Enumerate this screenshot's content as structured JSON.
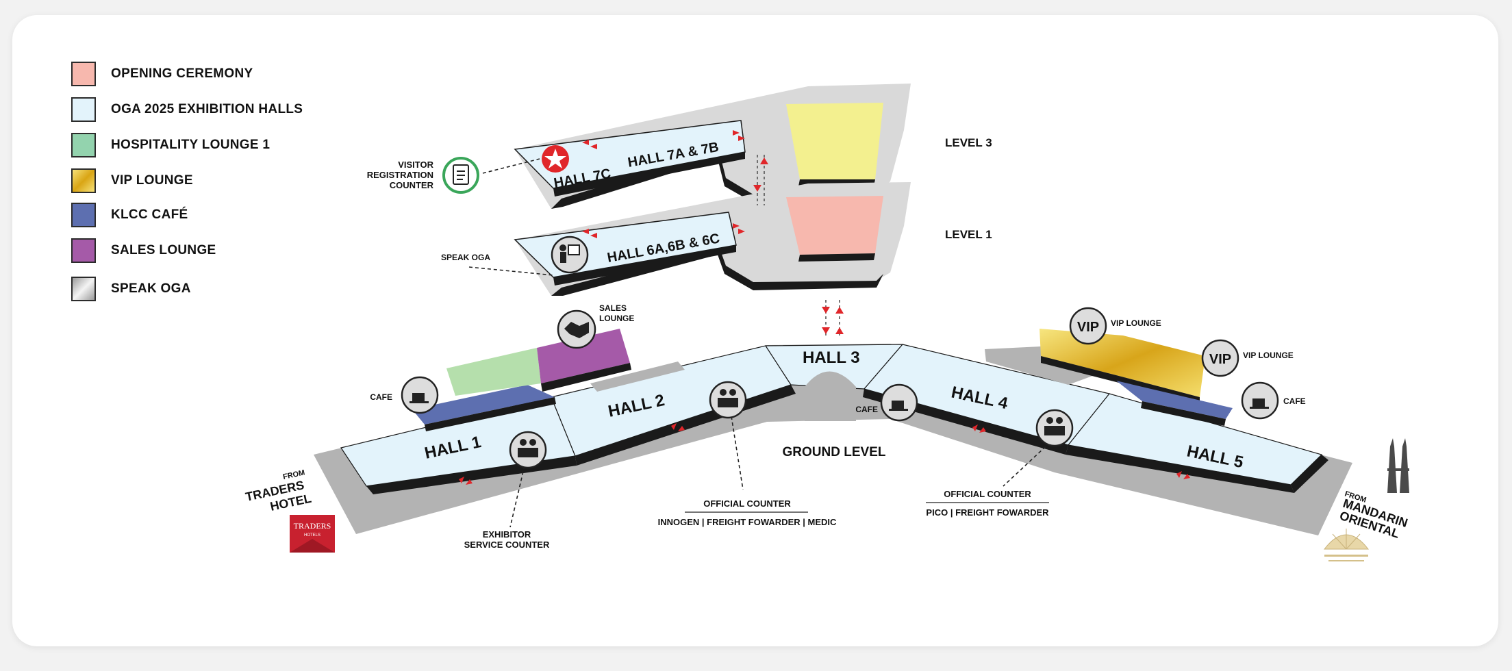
{
  "legend": [
    {
      "label": "OPENING CEREMONY",
      "color": "#f7b8ae"
    },
    {
      "label": "OGA 2025 EXHIBITION HALLS",
      "color": "#e3f3fb"
    },
    {
      "label": "HOSPITALITY LOUNGE 1",
      "color": "#93d3ae"
    },
    {
      "label": "VIP LOUNGE",
      "color": "#e8c23a"
    },
    {
      "label": "KLCC CAFÉ",
      "color": "#5d6fb0"
    },
    {
      "label": "SALES LOUNGE",
      "color": "#a55aa8"
    },
    {
      "label": "SPEAK OGA",
      "color": "#c8c8c8"
    }
  ],
  "levels": {
    "level3": "LEVEL 3",
    "level1": "LEVEL 1",
    "ground": "GROUND LEVEL"
  },
  "halls": {
    "h7c": "HALL 7C",
    "h7ab": "HALL 7A & 7B",
    "h6": "HALL 6A,6B & 6C",
    "h1": "HALL 1",
    "h2": "HALL 2",
    "h3": "HALL 3",
    "h4": "HALL 4",
    "h5": "HALL 5"
  },
  "labels": {
    "visitor_1": "VISITOR",
    "visitor_2": "REGISTRATION",
    "visitor_3": "COUNTER",
    "speak_oga": "SPEAK OGA",
    "sales_1": "SALES",
    "sales_2": "LOUNGE",
    "vip_lounge_a": "VIP LOUNGE",
    "vip_lounge_b": "VIP LOUNGE",
    "vip_text": "VIP",
    "cafe_left": "CAFE",
    "cafe_mid": "CAFE",
    "cafe_right": "CAFE",
    "exhibitor_1": "EXHIBITOR",
    "exhibitor_2": "SERVICE COUNTER",
    "official_a_title": "OFFICIAL COUNTER",
    "official_a_sub": "INNOGEN | FREIGHT FOWARDER | MEDIC",
    "official_b_title": "OFFICIAL COUNTER",
    "official_b_sub": "PICO | FREIGHT FOWARDER",
    "from_left_1": "FROM",
    "from_left_2": "TRADERS",
    "from_left_3": "HOTEL",
    "from_right_1": "FROM",
    "from_right_2": "MANDARIN",
    "from_right_3": "ORIENTAL",
    "traders_logo_1": "TRADERS",
    "traders_logo_2": "HOTELS"
  },
  "colors": {
    "hall": "#e3f3fb",
    "floor": "#b3b3b3",
    "edge": "#1a1a1a",
    "opening": "#f7b8ae",
    "vip_lounge": "#ead24a",
    "hospitality": "#b5dfac",
    "cafe": "#5d6fb0",
    "sales": "#a55aa8",
    "level3_room": "#f3f08f",
    "arrow": "#e0262a"
  },
  "icons": [
    "star-icon",
    "clipboard-icon",
    "presenter-icon",
    "handshake-icon",
    "coffee-cup-icon",
    "counter-staff-icon",
    "vip-badge-icon",
    "twin-towers-icon",
    "mandarin-fan-icon"
  ]
}
